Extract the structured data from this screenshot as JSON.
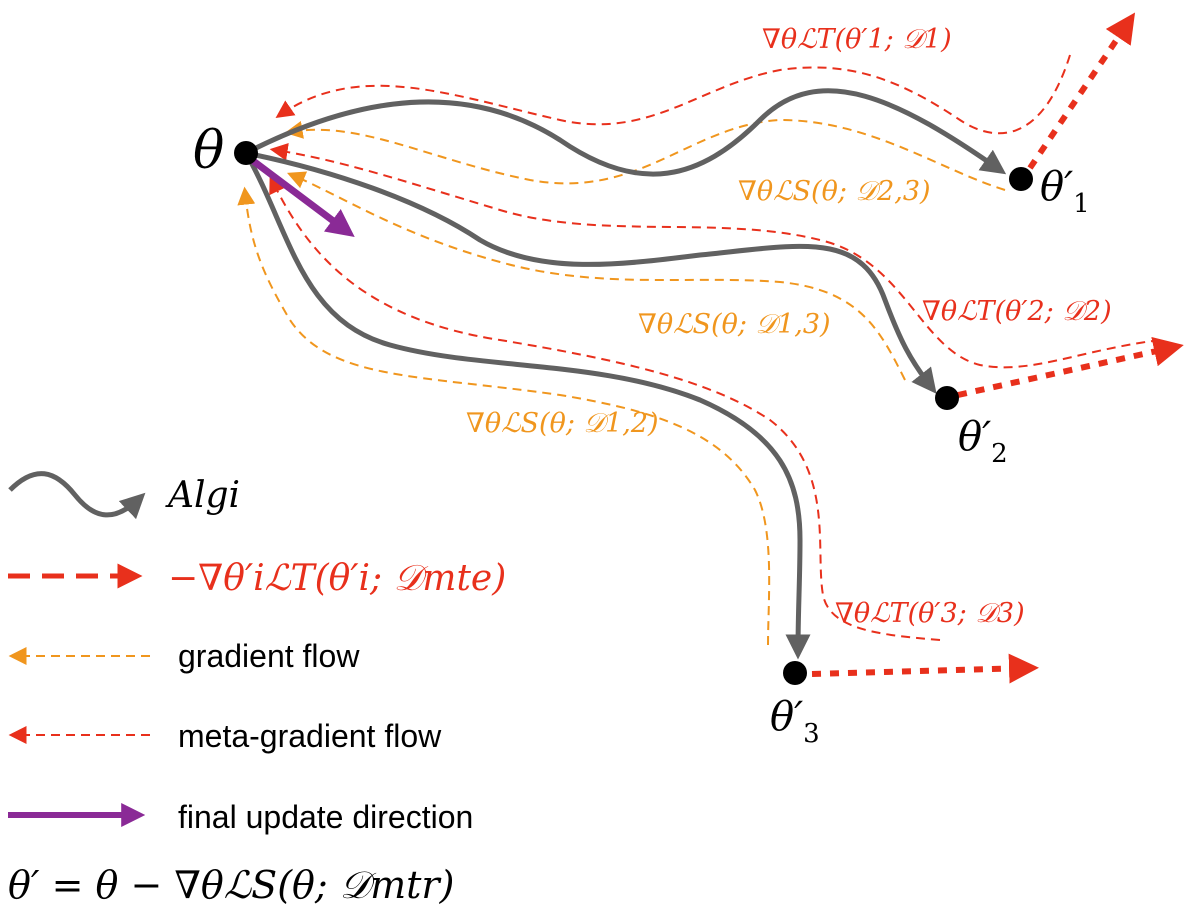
{
  "colors": {
    "alg_path": "#616161",
    "meta_gradient": "#e8301c",
    "gradient": "#f0961e",
    "final_update": "#8a2a96",
    "point": "#000000",
    "label_red": "#e8301c",
    "label_orange": "#f0961e"
  },
  "points": {
    "theta": "θ",
    "theta1": "θ′",
    "theta1_sub": "1",
    "theta2": "θ′",
    "theta2_sub": "2",
    "theta3": "θ′",
    "theta3_sub": "3"
  },
  "path_labels": {
    "meta_1": "∇θℒT(θ′1; 𝒟1)",
    "grad_23": "∇θℒS(θ; 𝒟2,3)",
    "meta_2": "∇θℒT(θ′2; 𝒟2)",
    "grad_13": "∇θℒS(θ; 𝒟1,3)",
    "grad_12": "∇θℒS(θ; 𝒟1,2)",
    "meta_3": "∇θℒT(θ′3; 𝒟3)"
  },
  "legend": {
    "alg": "Algi",
    "meta_grad_term": "−∇θ′iℒT(θ′i; 𝒟mte)",
    "gradient_flow": "gradient flow",
    "meta_gradient_flow": "meta-gradient flow",
    "final_update_direction": "final update direction",
    "update_rule": "θ′ = θ − ∇θℒS(θ; 𝒟mtr)"
  }
}
